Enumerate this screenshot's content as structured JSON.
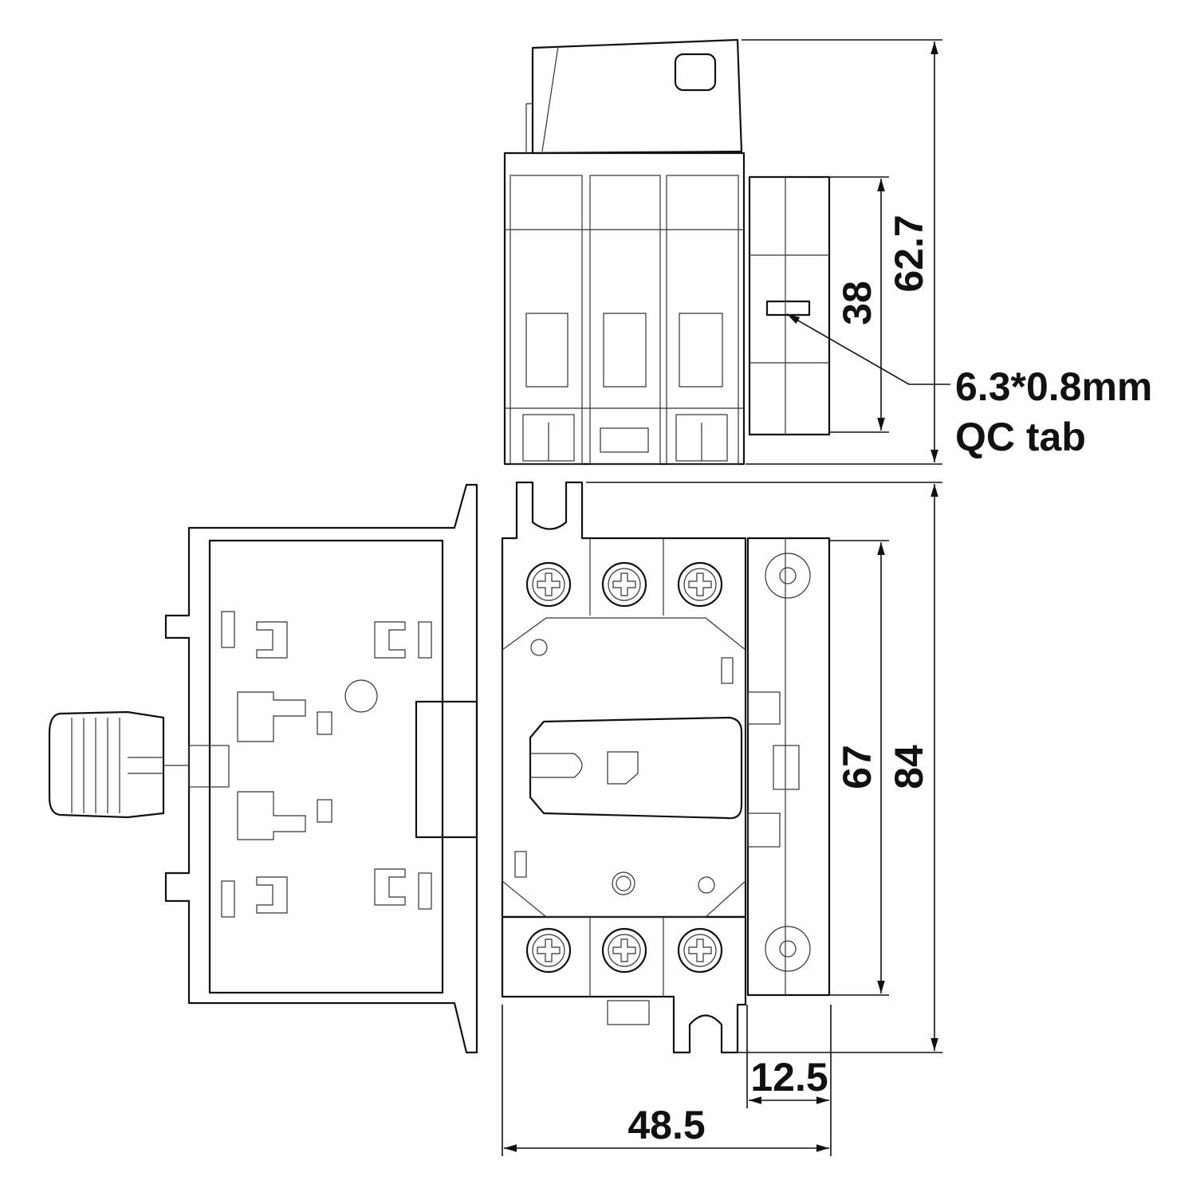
{
  "drawing": {
    "title": "Switch disconnector dimension drawing",
    "dimensions": {
      "top_view_total_height": "62.7",
      "top_view_aux_height": "38",
      "qc_tab_size": "6.3*0.8mm",
      "qc_tab_label": "QC tab",
      "front_view_aux_height": "67",
      "front_view_total_height": "84",
      "aux_width": "12.5",
      "total_width": "48.5"
    },
    "units": "mm"
  }
}
